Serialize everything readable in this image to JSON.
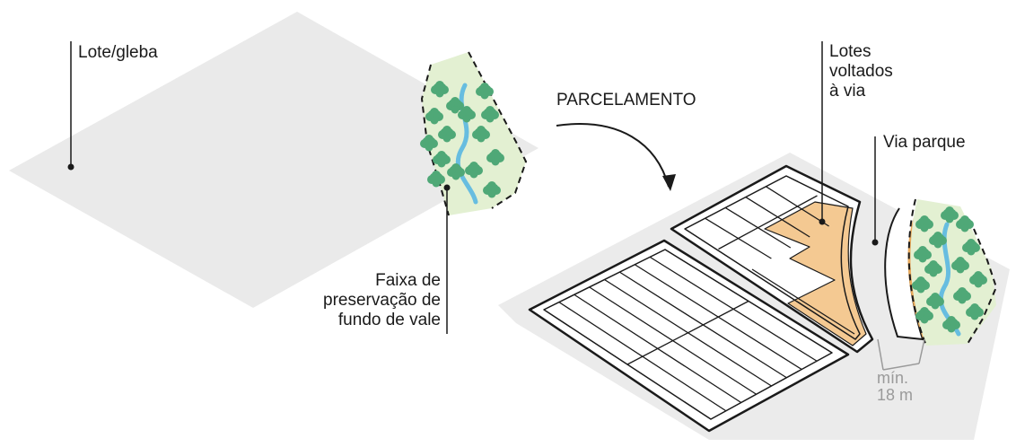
{
  "labels": {
    "lote_gleba": "Lote/gleba",
    "faixa": [
      "Faixa de",
      "preservação de",
      "fundo de vale"
    ],
    "parcelamento": "PARCELAMENTO",
    "lotes_voltados": [
      "Lotes",
      "voltados",
      "à via"
    ],
    "via_parque": "Via parque",
    "min_dim": [
      "mín.",
      "18 m"
    ]
  },
  "colors": {
    "plot_fill": "#eaeaea",
    "lot_highlight": "#f4c992",
    "greenbelt": "#e3f0d2",
    "river": "#67bde0",
    "tree": "#4fa877",
    "line": "#1a1a1a",
    "muted": "#9a9a9a"
  }
}
